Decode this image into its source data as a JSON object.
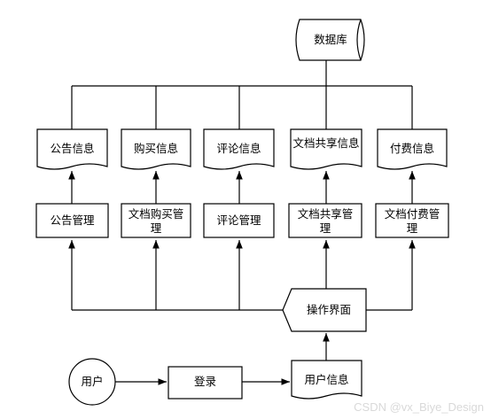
{
  "nodes": {
    "database": "数据库",
    "info": [
      "公告信息",
      "购买信息",
      "评论信息",
      "文档共享信息",
      "付费信息"
    ],
    "manage": [
      "公告管理",
      "文档购买管理",
      "评论管理",
      "文档共享管理",
      "文档付费管理"
    ],
    "operation_ui": "操作界面",
    "user": "用户",
    "login": "登录",
    "user_info": "用户信息"
  },
  "watermark": "CSDN @vx_Biye_Design"
}
